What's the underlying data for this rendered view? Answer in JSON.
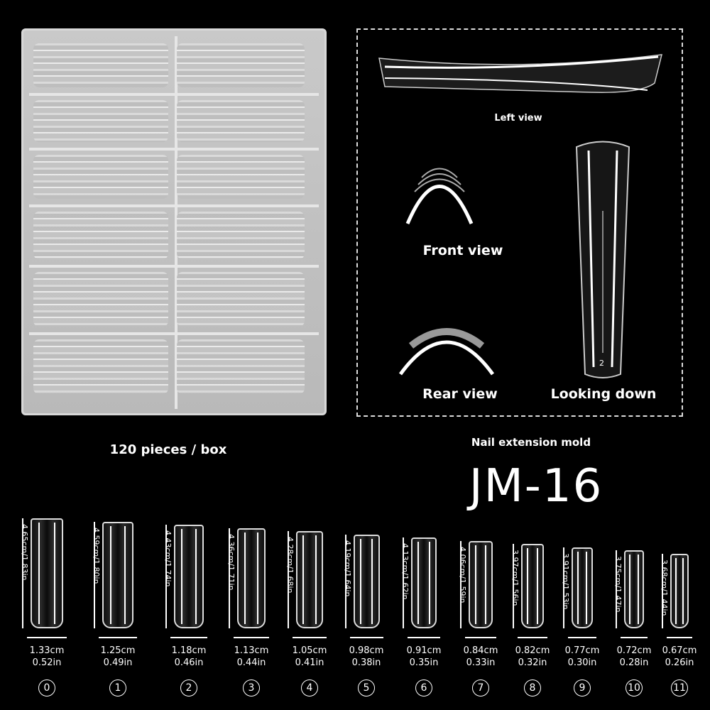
{
  "labels": {
    "left_view": "Left view",
    "front_view": "Front view",
    "rear_view": "Rear view",
    "looking_down": "Looking down",
    "pieces": "120 pieces / box",
    "product_type": "Nail extension mold",
    "model": "JM-16",
    "nail_number_shown": "2"
  },
  "sizes": [
    {
      "id": "0",
      "length": "4.65cm/1.83in",
      "width_cm": "1.33cm",
      "width_in": "0.52in"
    },
    {
      "id": "1",
      "length": "4.59cm/1.80in",
      "width_cm": "1.25cm",
      "width_in": "0.49in"
    },
    {
      "id": "2",
      "length": "4.43cm/1.74in",
      "width_cm": "1.18cm",
      "width_in": "0.46in"
    },
    {
      "id": "3",
      "length": "4.36cm/1.71in",
      "width_cm": "1.13cm",
      "width_in": "0.44in"
    },
    {
      "id": "4",
      "length": "4.28cm/1.68in",
      "width_cm": "1.05cm",
      "width_in": "0.41in"
    },
    {
      "id": "5",
      "length": "4.19cm/1.64in",
      "width_cm": "0.98cm",
      "width_in": "0.38in"
    },
    {
      "id": "6",
      "length": "4.13cm/1.62in",
      "width_cm": "0.91cm",
      "width_in": "0.35in"
    },
    {
      "id": "7",
      "length": "4.06cm/1.59in",
      "width_cm": "0.84cm",
      "width_in": "0.33in"
    },
    {
      "id": "8",
      "length": "3.97cm/1.56in",
      "width_cm": "0.82cm",
      "width_in": "0.32in"
    },
    {
      "id": "9",
      "length": "3.91cm/1.53in",
      "width_cm": "0.77cm",
      "width_in": "0.30in"
    },
    {
      "id": "10",
      "length": "3.75cm/1.47in",
      "width_cm": "0.72cm",
      "width_in": "0.28in"
    },
    {
      "id": "11",
      "length": "3.68cm/1.44in",
      "width_cm": "0.67cm",
      "width_in": "0.26in"
    }
  ]
}
